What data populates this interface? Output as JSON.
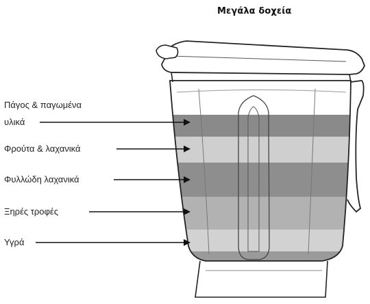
{
  "title": "Μεγάλα δοχεία",
  "layers": [
    {
      "label_line1": "Πάγος & παγωμένα",
      "label_line2": "υλικά",
      "shade": "#8a8a8a"
    },
    {
      "label_line1": "Φρούτα & λαχανικά",
      "shade": "#cfcfcf"
    },
    {
      "label_line1": "Φυλλώδη λαχανικά",
      "shade": "#8e8e8e"
    },
    {
      "label_line1": "Ξηρές τροφές",
      "shade": "#b2b2b2"
    },
    {
      "label_line1": "Υγρά",
      "shade": "#d2d2d2"
    }
  ],
  "bottom_shade": "#9a9a9a"
}
